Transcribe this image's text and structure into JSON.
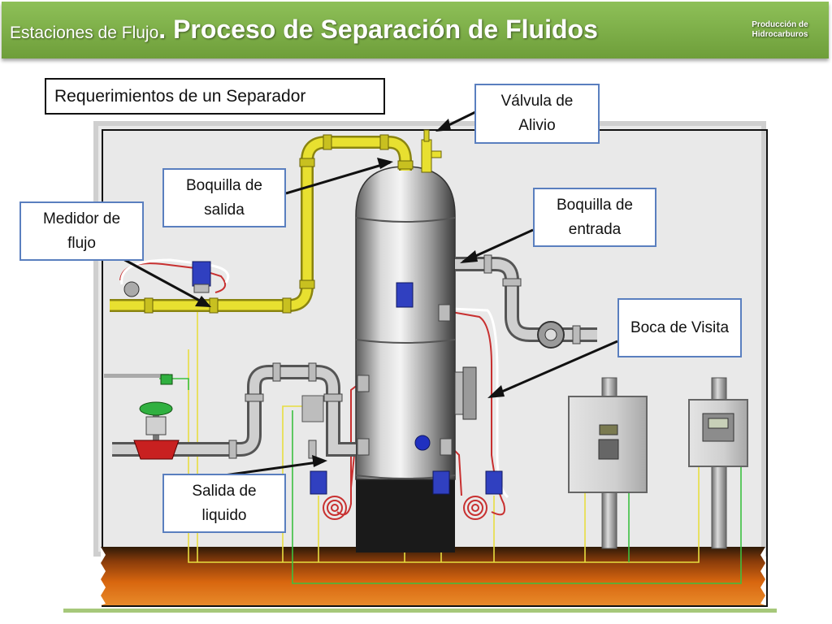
{
  "header": {
    "title_small": "Estaciones de Flujo",
    "title_sep": ". ",
    "title_main": "Proceso de Separación de Fluidos",
    "brand_line1": "Producción de",
    "brand_line2": "Hidrocarburos"
  },
  "diagram_title": "Requerimientos de un Separador",
  "callouts": {
    "valvula_alivio": "Válvula de Alivio",
    "boquilla_salida": "Boquilla de salida",
    "boquilla_entrada": "Boquilla de entrada",
    "medidor_flujo": "Medidor de flujo",
    "boca_visita": "Boca de Visita",
    "salida_liquido": "Salida de liquido"
  },
  "colors": {
    "header_green": "#7cae48",
    "callout_border": "#5a7fbf",
    "gas_pipe": "#e8e030",
    "liquid_pipe": "#b8b8b8",
    "ground": "#c65a10"
  }
}
